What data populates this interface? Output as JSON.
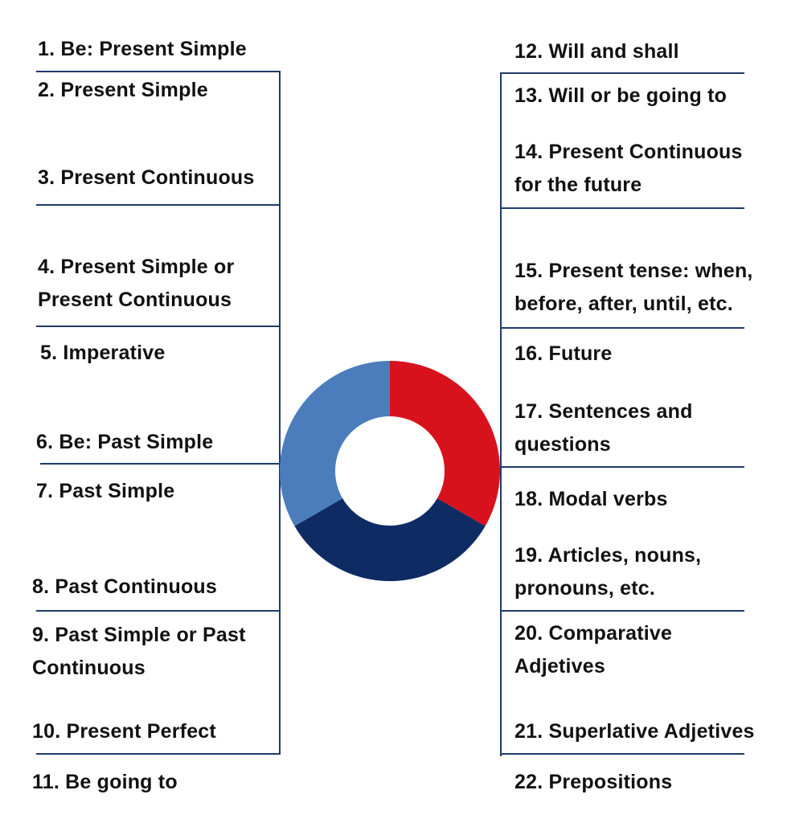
{
  "left_items": [
    "1. Be: Present Simple",
    "2. Present Simple",
    "3. Present Continuous",
    "4. Present Simple or\nPresent Continuous",
    "5. Imperative",
    "6. Be: Past Simple",
    "7. Past Simple",
    "8. Past Continuous",
    "9. Past Simple or Past\nContinuous",
    "10. Present Perfect",
    "11. Be going to"
  ],
  "right_items": [
    "12. Will and shall",
    "13. Will or be going to",
    "14. Present Continuous\nfor the future",
    "15. Present tense: when,\nbefore, after, until, etc.",
    "16. Future",
    "17. Sentences and\nquestions",
    "18. Modal verbs",
    "19. Articles, nouns,\npronouns, etc.",
    "20. Comparative\nAdjetives",
    "21. Superlative Adjetives",
    "22. Prepositions"
  ],
  "donut": {
    "segments": [
      {
        "name": "red",
        "fraction": 0.3333,
        "color": "#d8121d"
      },
      {
        "name": "navy",
        "fraction": 0.3333,
        "color": "#0e2b64"
      },
      {
        "name": "blue",
        "fraction": 0.3334,
        "color": "#4b7dbd"
      }
    ]
  },
  "line_color": "#1f3a6b"
}
